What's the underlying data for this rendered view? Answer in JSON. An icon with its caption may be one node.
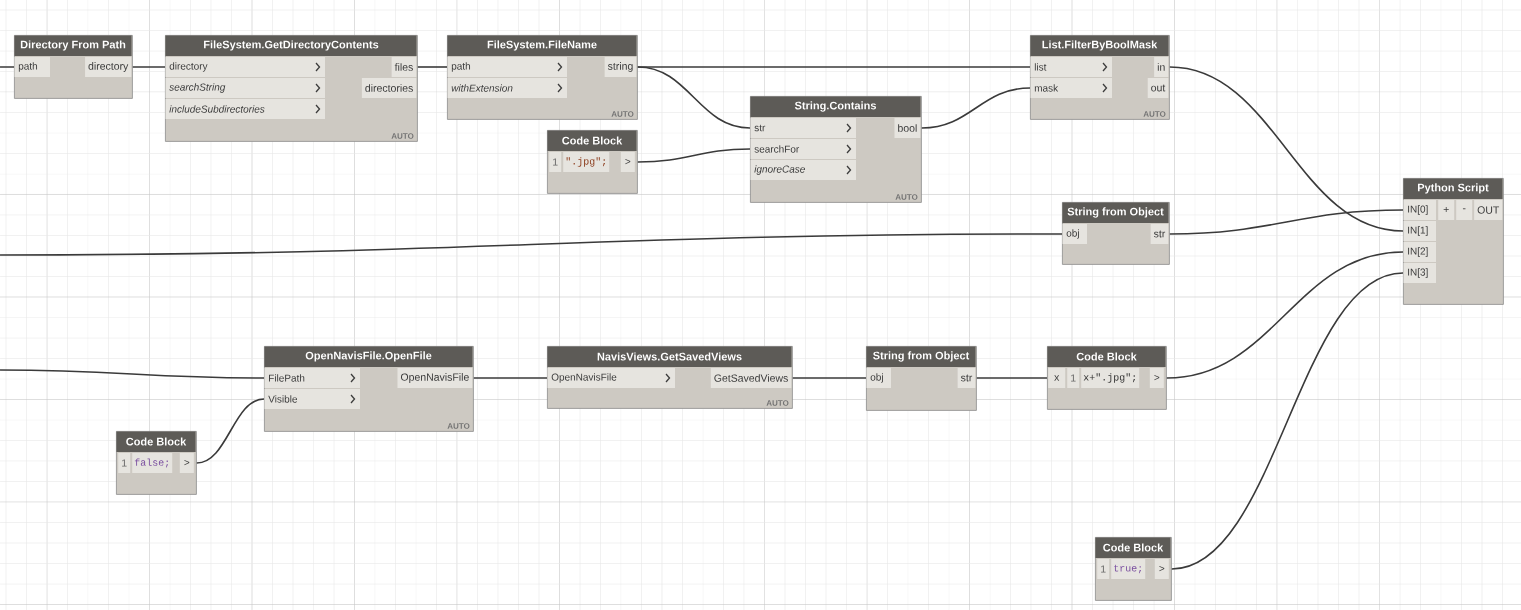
{
  "diagram": {
    "nodes": [
      {
        "text": [
          "Directory From Path",
          "path",
          "directory"
        ]
      },
      {
        "text": [
          "FileSystem.GetDirectoryContents",
          "directory",
          "searchString",
          "includeSubdirectories",
          "files",
          "directories",
          "AUTO"
        ]
      },
      {
        "text": [
          "FileSystem.FileName",
          "path",
          "withExtension",
          "string",
          "AUTO"
        ]
      },
      {
        "text": [
          "Code Block",
          "1",
          "\".jpg\";",
          ">"
        ]
      },
      {
        "text": [
          "String.Contains",
          "str",
          "searchFor",
          "ignoreCase",
          "bool",
          "AUTO"
        ]
      },
      {
        "text": [
          "List.FilterByBoolMask",
          "list",
          "mask",
          "in",
          "out",
          "AUTO"
        ]
      },
      {
        "text": [
          "String from Object",
          "obj",
          "str"
        ]
      },
      {
        "text": [
          "Python Script",
          "IN[0]",
          "IN[1]",
          "IN[2]",
          "IN[3]",
          "+",
          "-",
          "OUT"
        ]
      },
      {
        "text": [
          "OpenNavisFile.OpenFile",
          "FilePath",
          "Visible",
          "OpenNavisFile",
          "AUTO"
        ]
      },
      {
        "text": [
          "Code Block",
          "1",
          "false;",
          ">"
        ]
      },
      {
        "text": [
          "NavisViews.GetSavedViews",
          "OpenNavisFile",
          "GetSavedViews",
          "AUTO"
        ]
      },
      {
        "text": [
          "String from Object",
          "obj",
          "str"
        ]
      },
      {
        "text": [
          "Code Block",
          "x",
          "1",
          "x+\".jpg\";",
          ">"
        ]
      },
      {
        "text": [
          "Code Block",
          "1",
          "true;",
          ">"
        ]
      }
    ],
    "edges": [
      {
        "from": null,
        "to": 0,
        "arrow": "none"
      },
      {
        "from": 0,
        "to": 1,
        "arrow": "none"
      },
      {
        "from": 1,
        "to": 2,
        "arrow": "none"
      },
      {
        "from": 2,
        "to": 5,
        "arrow": "none"
      },
      {
        "from": 2,
        "to": 4,
        "arrow": "none"
      },
      {
        "from": 3,
        "to": 4,
        "arrow": "none"
      },
      {
        "from": 4,
        "to": 5,
        "arrow": "none"
      },
      {
        "from": 5,
        "to": 7,
        "arrow": "none"
      },
      {
        "from": null,
        "to": 6,
        "arrow": "none"
      },
      {
        "from": 6,
        "to": 7,
        "arrow": "none"
      },
      {
        "from": null,
        "to": 8,
        "arrow": "none"
      },
      {
        "from": 9,
        "to": 8,
        "arrow": "none"
      },
      {
        "from": 8,
        "to": 10,
        "arrow": "none"
      },
      {
        "from": 10,
        "to": 11,
        "arrow": "none"
      },
      {
        "from": 11,
        "to": 12,
        "arrow": "none"
      },
      {
        "from": 12,
        "to": 7,
        "arrow": "none"
      },
      {
        "from": 13,
        "to": 7,
        "arrow": "none"
      }
    ]
  }
}
